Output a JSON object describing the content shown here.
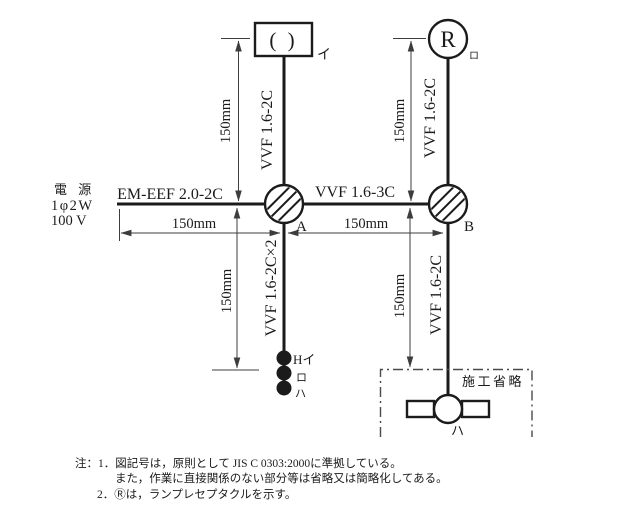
{
  "colors": {
    "line": "#1b1b1b",
    "dimension_line": "#3d3d3d",
    "text": "#1b1b1b",
    "background": "#ffffff"
  },
  "power_source": {
    "name": "電 源",
    "phase": "1φ2W",
    "voltage": "100 V"
  },
  "cables": {
    "source": "EM-EEF 2.0-2C",
    "a_to_b": "VVF 1.6-3C",
    "a_to_light": "VVF 1.6-2C",
    "a_to_switches": "VVF 1.6-2C×2",
    "b_to_receptacle": "VVF 1.6-2C",
    "b_to_ceiling_light": "VVF 1.6-2C"
  },
  "dimensions": {
    "source_to_a": "150mm",
    "a_to_b": "150mm",
    "a_to_light": "150mm",
    "b_to_receptacle": "150mm",
    "a_to_switches": "150mm",
    "b_to_ceiling_light": "150mm"
  },
  "devices": {
    "box_light": {
      "symbol": "( )",
      "label": "イ"
    },
    "lamp_receptacle": {
      "symbol": "R",
      "label": "ロ"
    },
    "junction_box_a": {
      "label": "A"
    },
    "junction_box_b": {
      "label": "B"
    },
    "switches": [
      {
        "label": "Hイ"
      },
      {
        "label": "ロ"
      },
      {
        "label": "ハ"
      }
    ],
    "ceiling_light": {
      "label": "ハ"
    },
    "omitted_area_label": "施工省略"
  },
  "notes": {
    "line1": "注：1．図記号は，原則として JIS C 0303:2000に準拠している。",
    "line2": "また，作業に直接関係のない部分等は省略又は簡略化してある。",
    "line3": "2．Ⓡは，ランプレセプタクルを示す。"
  }
}
